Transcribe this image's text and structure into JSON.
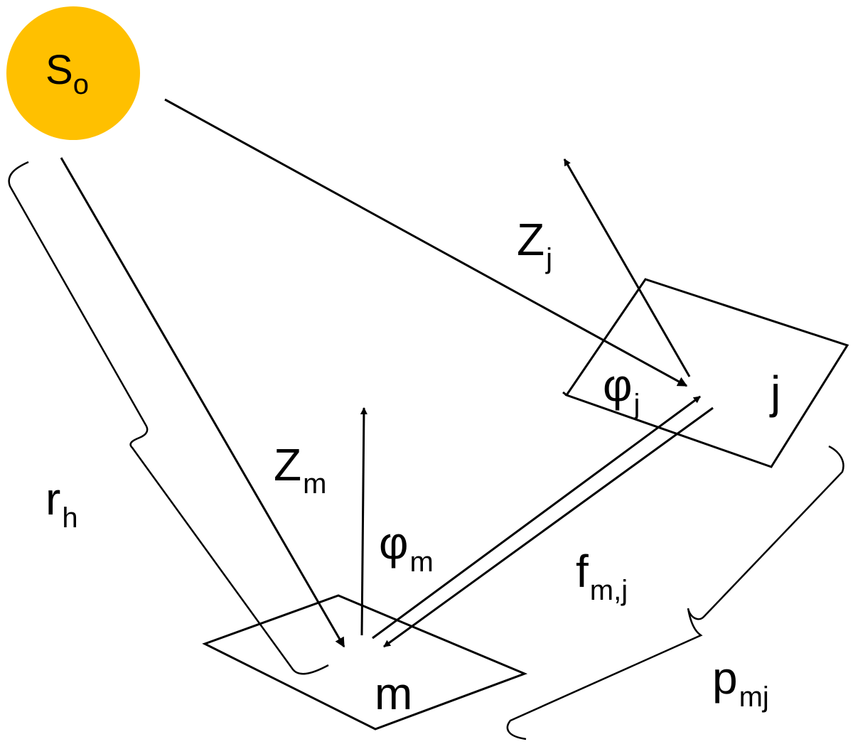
{
  "colors": {
    "sun": "#FFC000",
    "line": "#000000",
    "background": "#FFFFFF"
  },
  "labels": {
    "sun": {
      "main": "S",
      "sub": "o"
    },
    "z_j": {
      "main": "Z",
      "sub": "j"
    },
    "phi_j": {
      "main": "φ",
      "sub": "j"
    },
    "j": {
      "main": "j"
    },
    "z_m": {
      "main": "Z",
      "sub": "m"
    },
    "phi_m": {
      "main": "φ",
      "sub": "m"
    },
    "m": {
      "main": "m"
    },
    "f_mj": {
      "main": "f",
      "sub": "m,j"
    },
    "r_h": {
      "main": "r",
      "sub": "h"
    },
    "p_mj": {
      "main": "p",
      "sub": "mj"
    }
  }
}
